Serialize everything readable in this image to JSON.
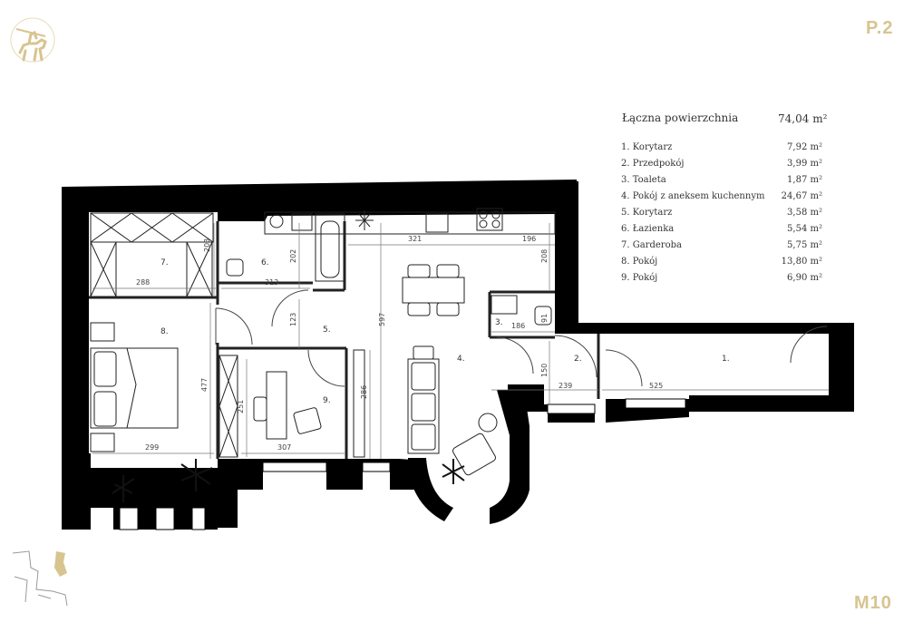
{
  "header": {
    "page_code": "P.2"
  },
  "footer": {
    "unit_code": "M10"
  },
  "summary": {
    "total_label": "Łączna powierzchnia",
    "total_value": "74,04",
    "unit": "m²"
  },
  "rooms": [
    {
      "num": "1.",
      "name": "Korytarz",
      "area": "7,92"
    },
    {
      "num": "2.",
      "name": "Przedpokój",
      "area": "3,99"
    },
    {
      "num": "3.",
      "name": "Toaleta",
      "area": "1,87"
    },
    {
      "num": "4.",
      "name": "Pokój z aneksem kuchennym",
      "area": "24,67"
    },
    {
      "num": "5.",
      "name": "Korytarz",
      "area": "3,58"
    },
    {
      "num": "6.",
      "name": "Łazienka",
      "area": "5,54"
    },
    {
      "num": "7.",
      "name": "Garderoba",
      "area": "5,75"
    },
    {
      "num": "8.",
      "name": "Pokój",
      "area": "13,80"
    },
    {
      "num": "9.",
      "name": "Pokój",
      "area": "6,90"
    }
  ],
  "plan": {
    "room_labels": [
      "1.",
      "2.",
      "3.",
      "4.",
      "5.",
      "6.",
      "7.",
      "8.",
      "9."
    ],
    "dimensions": [
      "321",
      "196",
      "208",
      "202",
      "203",
      "288",
      "313",
      "123",
      "597",
      "186",
      "91",
      "150",
      "239",
      "525",
      "477",
      "251",
      "286",
      "299",
      "307"
    ]
  },
  "colors": {
    "wall": "#000000",
    "gold": "#d8c48f",
    "line": "#555555"
  }
}
